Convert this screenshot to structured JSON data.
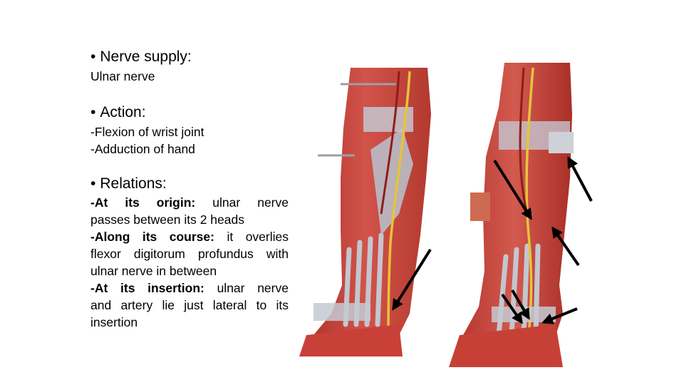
{
  "sections": [
    {
      "bullet": "•",
      "heading": "Nerve supply:"
    },
    {
      "bullet": "•",
      "heading": "Action:"
    },
    {
      "bullet": "•",
      "heading": "Relations:"
    }
  ],
  "nerve_supply": {
    "value": "Ulnar nerve"
  },
  "action": {
    "items": [
      "-Flexion of wrist joint",
      "-Adduction of hand"
    ]
  },
  "relations": {
    "origin_label": "-At its origin:",
    "origin_text_1": "ulnar nerve",
    "origin_text_2": "passes between its 2 heads",
    "course_label": "-Along its course:",
    "course_text_1": "it overlies",
    "course_text_2": "flexor digitorum profundus with",
    "course_text_3": "ulnar nerve in between",
    "insertion_label": "-At its insertion:",
    "insertion_text_1": "ulnar nerve",
    "insertion_text_2": "and artery lie just lateral to its",
    "insertion_text_3": "insertion"
  },
  "illustrations": [
    {
      "name": "forearm-anatomy-left",
      "colors": {
        "muscle": "#c8433a",
        "tendon": "#b8bcc8",
        "nerve": "#e8c23a"
      }
    },
    {
      "name": "forearm-anatomy-right",
      "colors": {
        "muscle": "#c23c33",
        "tendon": "#b5b8c4",
        "nerve": "#e6c43b"
      }
    }
  ]
}
